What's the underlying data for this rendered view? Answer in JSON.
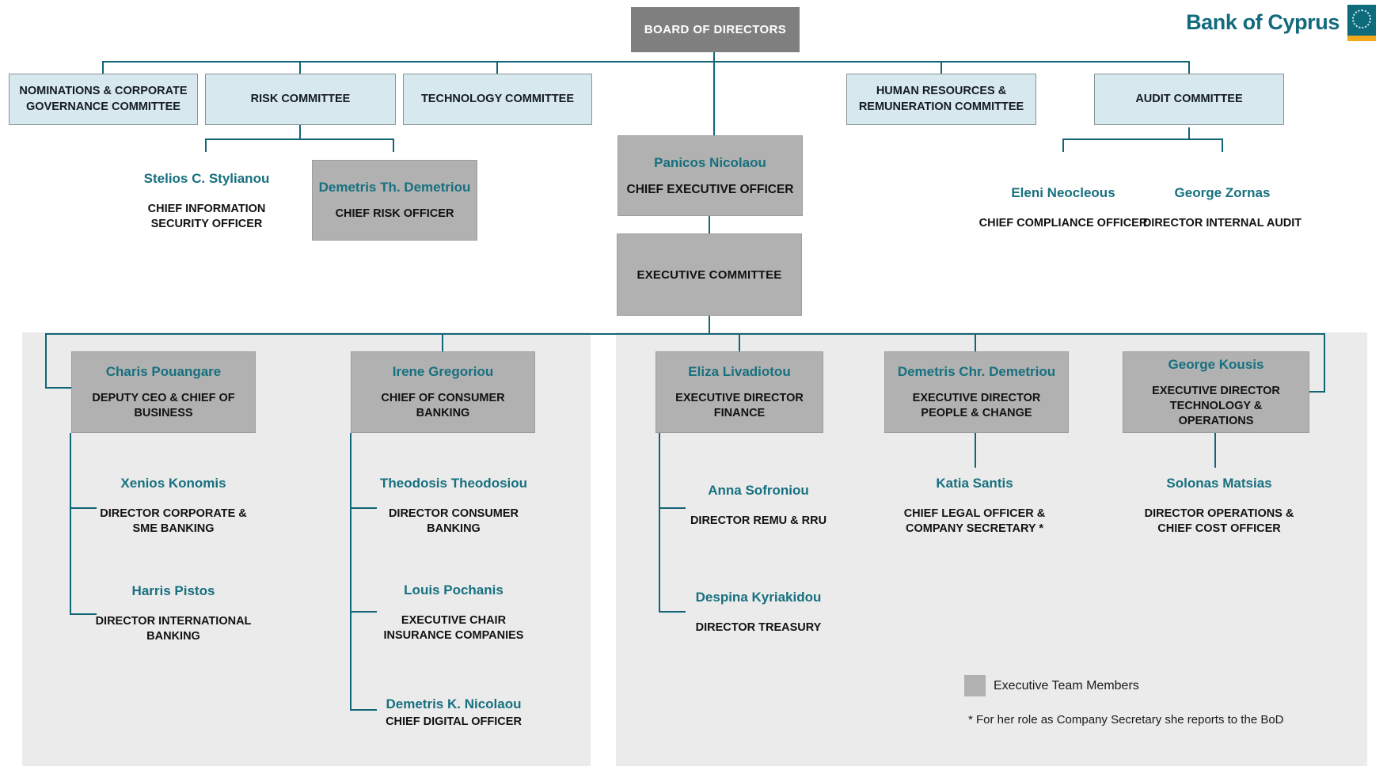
{
  "brand": {
    "name": "Bank of Cyprus"
  },
  "board": {
    "label": "BOARD OF DIRECTORS"
  },
  "committees": [
    {
      "id": "nominations",
      "label": "NOMINATIONS & CORPORATE GOVERNANCE COMMITTEE"
    },
    {
      "id": "risk",
      "label": "RISK COMMITTEE"
    },
    {
      "id": "technology",
      "label": "TECHNOLOGY COMMITTEE"
    },
    {
      "id": "hr",
      "label": "HUMAN RESOURCES & REMUNERATION COMMITTEE"
    },
    {
      "id": "audit",
      "label": "AUDIT COMMITTEE"
    }
  ],
  "risk_committee_reports": [
    {
      "name": "Stelios C. Stylianou",
      "title": "CHIEF INFORMATION SECURITY OFFICER"
    },
    {
      "name": "Demetris Th. Demetriou",
      "title": "CHIEF RISK OFFICER"
    }
  ],
  "audit_committee_reports": [
    {
      "name": "Eleni Neocleous",
      "title": "CHIEF COMPLIANCE OFFICER"
    },
    {
      "name": "George Zornas",
      "title": "DIRECTOR INTERNAL AUDIT"
    }
  ],
  "ceo": {
    "name": "Panicos Nicolaou",
    "title": "CHIEF EXECUTIVE OFFICER"
  },
  "executive_committee": {
    "label": "EXECUTIVE COMMITTEE"
  },
  "executives": [
    {
      "name": "Charis Pouangare",
      "title": "DEPUTY CEO & CHIEF OF BUSINESS",
      "reports": [
        {
          "name": "Xenios Konomis",
          "title": "DIRECTOR CORPORATE & SME BANKING"
        },
        {
          "name": "Harris Pistos",
          "title": "DIRECTOR INTERNATIONAL BANKING"
        }
      ]
    },
    {
      "name": "Irene Gregoriou",
      "title": "CHIEF OF CONSUMER BANKING",
      "reports": [
        {
          "name": "Theodosis Theodosiou",
          "title": "DIRECTOR CONSUMER BANKING"
        },
        {
          "name": "Louis Pochanis",
          "title": "EXECUTIVE CHAIR INSURANCE COMPANIES"
        },
        {
          "name": "Demetris K. Nicolaou",
          "title": "CHIEF DIGITAL OFFICER"
        }
      ]
    },
    {
      "name": "Eliza Livadiotou",
      "title": "EXECUTIVE DIRECTOR FINANCE",
      "reports": [
        {
          "name": "Anna Sofroniou",
          "title": "DIRECTOR REMU & RRU"
        },
        {
          "name": "Despina Kyriakidou",
          "title": "DIRECTOR  TREASURY"
        }
      ]
    },
    {
      "name": "Demetris Chr. Demetriou",
      "title": "EXECUTIVE DIRECTOR PEOPLE & CHANGE",
      "reports": [
        {
          "name": "Katia Santis",
          "title": "CHIEF LEGAL OFFICER & COMPANY SECRETARY *"
        }
      ]
    },
    {
      "name": "George Kousis",
      "title": "EXECUTIVE DIRECTOR TECHNOLOGY & OPERATIONS",
      "reports": [
        {
          "name": "Solonas Matsias",
          "title": "DIRECTOR OPERATIONS & CHIEF COST OFFICER"
        }
      ]
    }
  ],
  "legend": {
    "label": "Executive Team Members",
    "swatch_color": "#b1b1b1"
  },
  "footnote": "* For her role as Company Secretary she reports to the BoD",
  "colors": {
    "connector_teal": "#126577",
    "name_teal": "#17707f",
    "committee_fill": "#d7e8ef",
    "executive_fill": "#b1b1b1",
    "board_fill": "#7f7f7f",
    "panel_fill": "#ebebeb",
    "logo_teal": "#0d6b7c",
    "logo_yellow": "#f3a71b"
  }
}
